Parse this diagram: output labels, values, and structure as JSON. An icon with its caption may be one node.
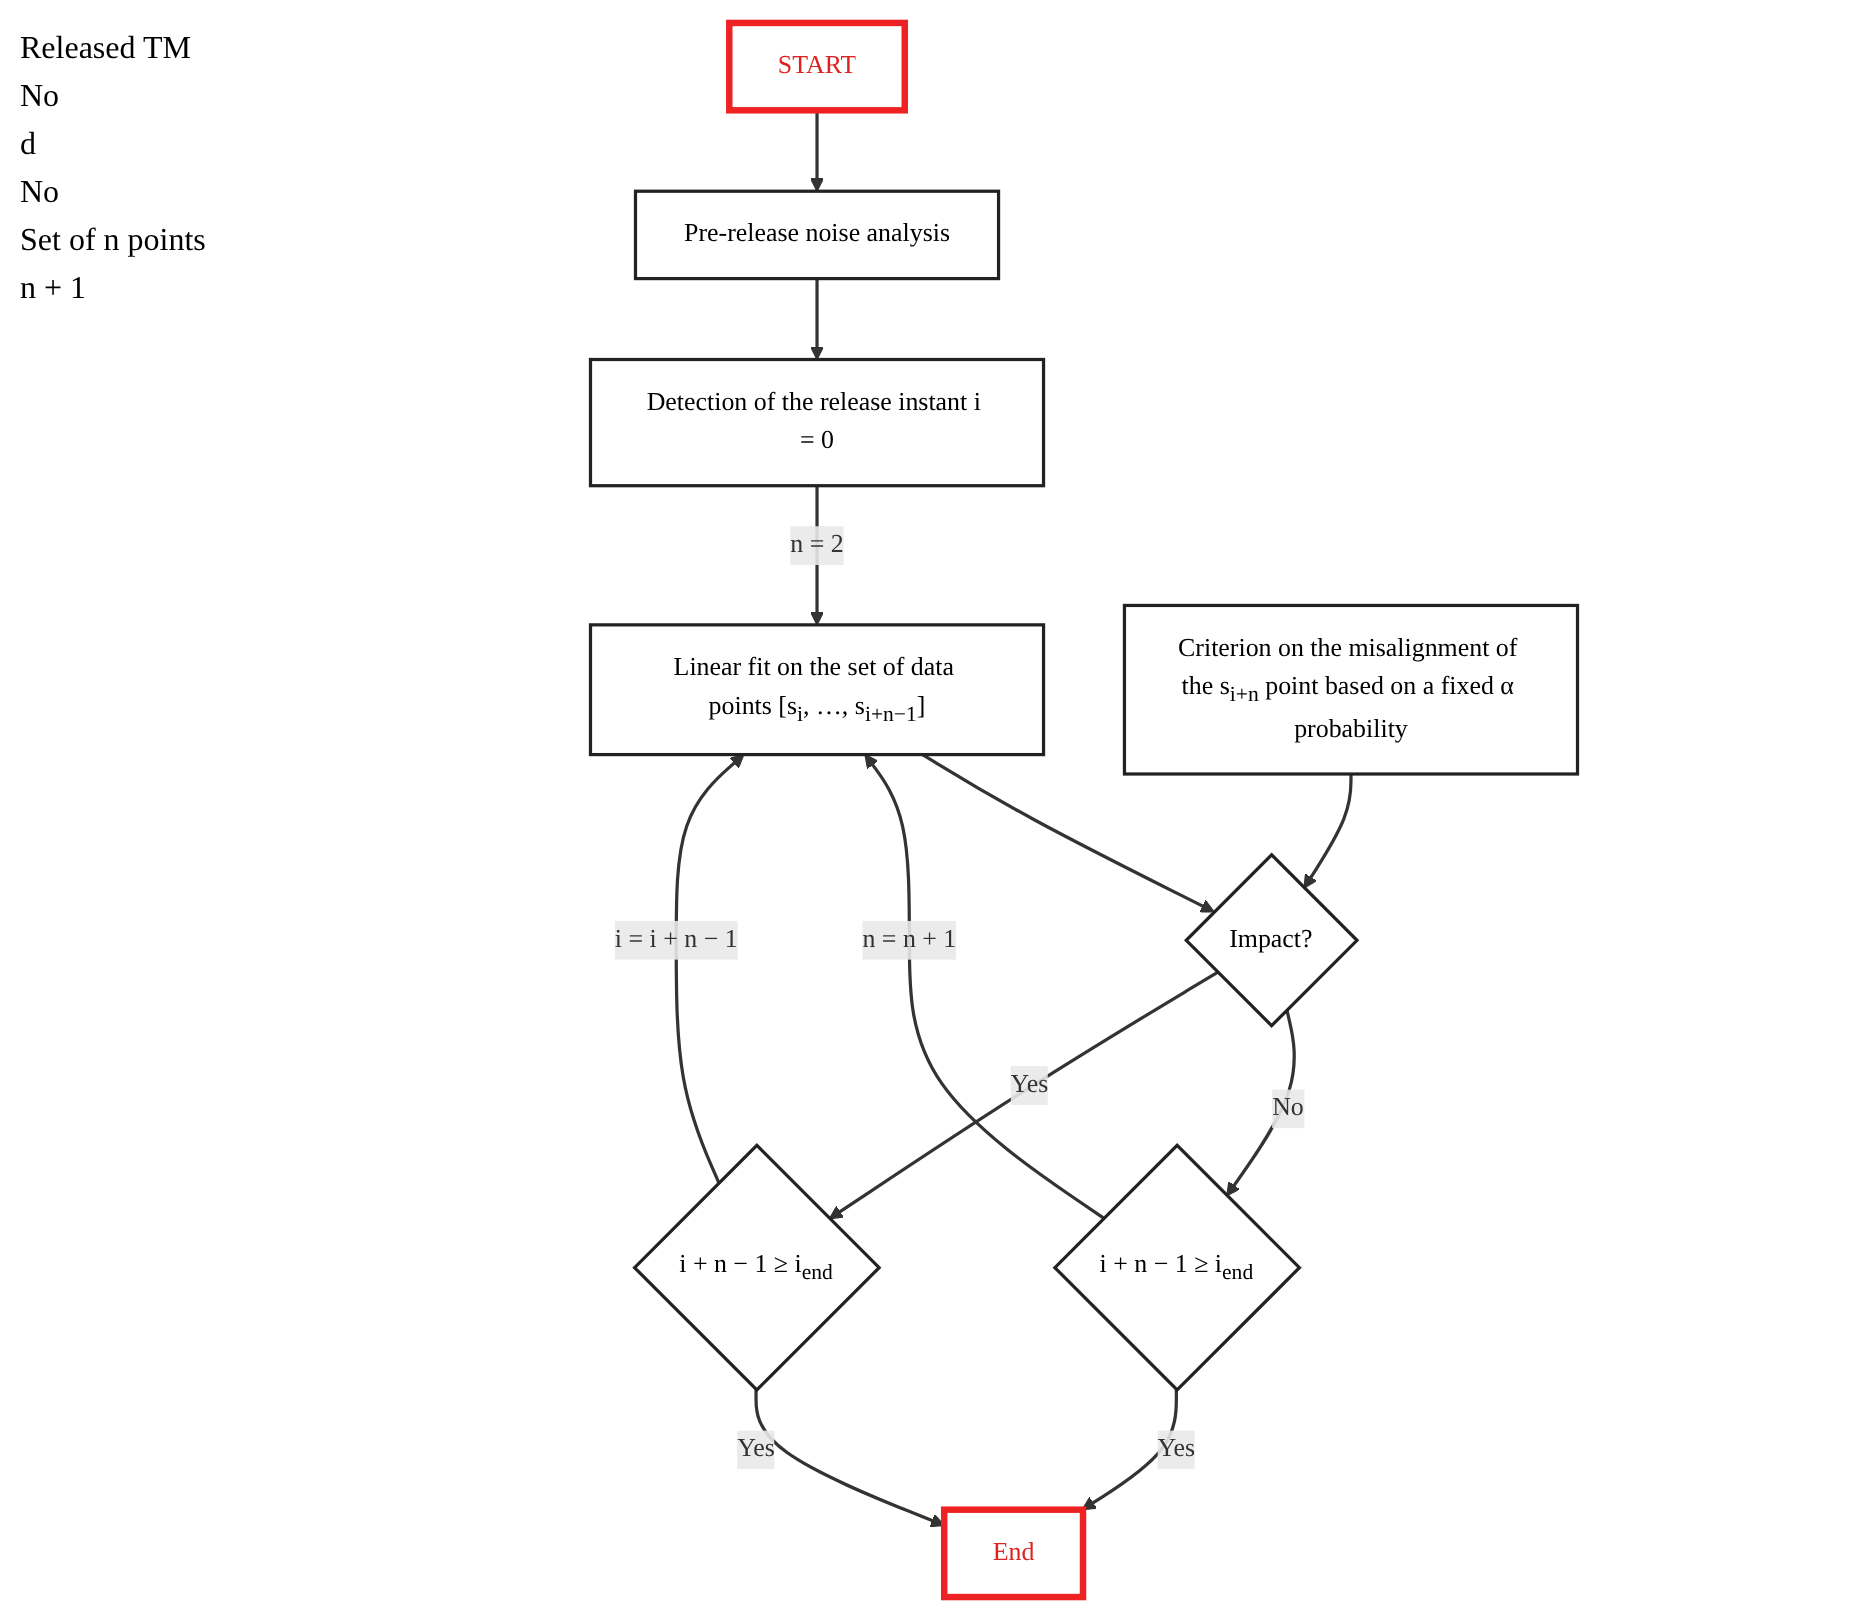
{
  "diagram": {
    "nodes": [
      {
        "text": [
          "START"
        ]
      },
      {
        "text": [
          "Pre-release noise analysis"
        ]
      },
      {
        "text": [
          "Detection of the release instant i = 0"
        ]
      },
      {
        "text": [
          "Linear fit on the set of data points [s$_{i}$, …, s$_{i+n−1}$]"
        ]
      },
      {
        "text": [
          "Criterion on the misalignment of the s$_{i+n}$ point based on a fixed α probability"
        ]
      },
      {
        "text": [
          "Impact?"
        ]
      },
      {
        "text": [
          "i + n − 1 ≥ i$_{end}$"
        ]
      },
      {
        "text": [
          "i + n − 1 ≥ i$_{end}$"
        ]
      },
      {
        "text": [
          "End"
        ]
      }
    ],
    "edges": [
      {
        "from": 0,
        "to": 1,
        "arrow": "to"
      },
      {
        "from": 1,
        "to": 2,
        "arrow": "to"
      },
      {
        "from": 2,
        "to": 3,
        "arrow": "to",
        "label": "n = 2"
      },
      {
        "from": 3,
        "to": 5,
        "arrow": "to"
      },
      {
        "from": 4,
        "to": 5,
        "arrow": "to"
      },
      {
        "from": 5,
        "to": 6,
        "arrow": "to",
        "label": "No"
      },
      {
        "from": 6,
        "to": 3,
        "arrow": "to",
        "label": "n = n + 1"
      },
      {
        "from": 5,
        "to": 7,
        "arrow": "to",
        "label": "Yes"
      },
      {
        "from": 6,
        "to": 8,
        "arrow": "to",
        "label": "Yes"
      },
      {
        "from": 7,
        "to": 3,
        "arrow": "to",
        "label": "i = i + n − 1"
      },
      {
        "from": 7,
        "to": 8,
        "arrow": "to",
        "label": "Yes"
      }
    ],
    "labels": [
      "Released TM",
      "No",
      "d",
      "No",
      "Set of n points",
      "n + 1"
    ]
  }
}
